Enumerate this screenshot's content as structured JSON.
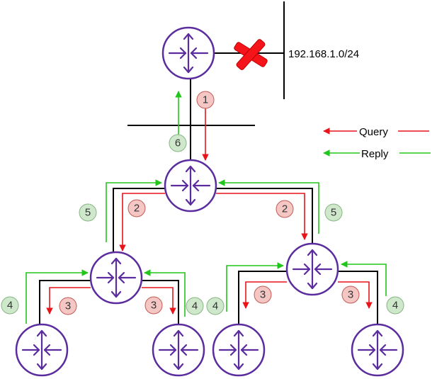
{
  "network": {
    "label": "192.168.1.0/24"
  },
  "legend": {
    "query_label": "Query",
    "reply_label": "Reply"
  },
  "colors": {
    "router_stroke": "#5b2c9e",
    "query": "#e8141a",
    "reply": "#22c51a",
    "query_badge_fill": "#f4c7c4",
    "query_badge_stroke": "#c45a55",
    "reply_badge_fill": "#cfe8cc",
    "reply_badge_stroke": "#86b582",
    "cross": "#f5141a",
    "link": "#000000"
  },
  "icons": [
    "router-icon",
    "broken-link-cross-icon"
  ],
  "steps": {
    "s1": "1",
    "s2a": "2",
    "s2b": "2",
    "s3a": "3",
    "s3b": "3",
    "s3c": "3",
    "s3d": "3",
    "s4a": "4",
    "s4b": "4",
    "s4c": "4",
    "s4d": "4",
    "s5a": "5",
    "s5b": "5",
    "s6": "6"
  }
}
